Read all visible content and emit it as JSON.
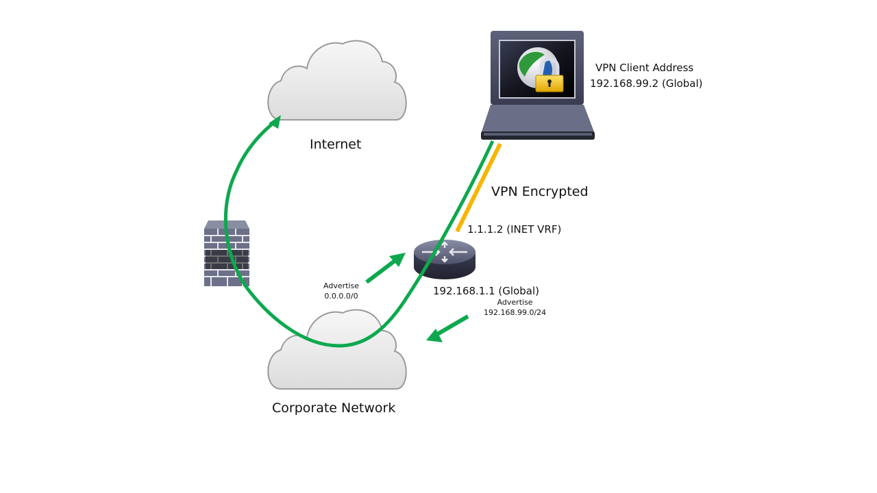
{
  "diagram": {
    "nodes": {
      "internet": {
        "label": "Internet",
        "icon": "cloud-icon"
      },
      "corporate": {
        "label": "Corporate Network",
        "icon": "cloud-icon"
      },
      "firewall": {
        "icon": "firewall-icon"
      },
      "router": {
        "icon": "router-icon",
        "inet_address": "1.1.1.2 (INET VRF)",
        "global_address": "192.168.1.1 (Global)"
      },
      "vpn_client": {
        "icon": "laptop-vpn-lock-icon",
        "label_line1": "VPN Client  Address",
        "label_line2": "192.168.99.2 (Global)"
      }
    },
    "links": {
      "vpn_tunnel": {
        "label": "VPN Encrypted",
        "color": "#F5B800"
      },
      "traffic_path": {
        "color": "#00A651"
      }
    },
    "advertisements": [
      {
        "line1": "Advertise",
        "line2": "0.0.0.0/0"
      },
      {
        "line1": "Advertise",
        "line2": "192.168.99.0/24"
      }
    ],
    "colors": {
      "green": "#0DA84E",
      "yellow": "#F7B500",
      "cloud_fill": "#EDEDED",
      "cloud_stroke": "#9A9A9A"
    }
  }
}
